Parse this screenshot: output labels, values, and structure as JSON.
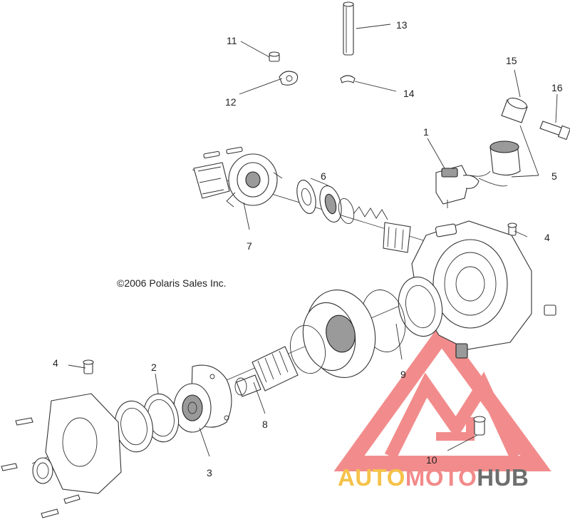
{
  "diagram": {
    "copyright": "©2006 Polaris Sales Inc.",
    "callouts": [
      "1",
      "2",
      "3",
      "4",
      "4",
      "5",
      "6",
      "7",
      "8",
      "9",
      "10",
      "11",
      "12",
      "13",
      "14",
      "15",
      "16"
    ]
  },
  "watermark": {
    "text_parts": [
      "AUTO",
      "MOTO",
      "HUB"
    ],
    "colors": {
      "logo_red": "#f07878",
      "auto": "#f5c24a",
      "moto": "#f28a8a",
      "hub": "#6e6e6e"
    }
  }
}
